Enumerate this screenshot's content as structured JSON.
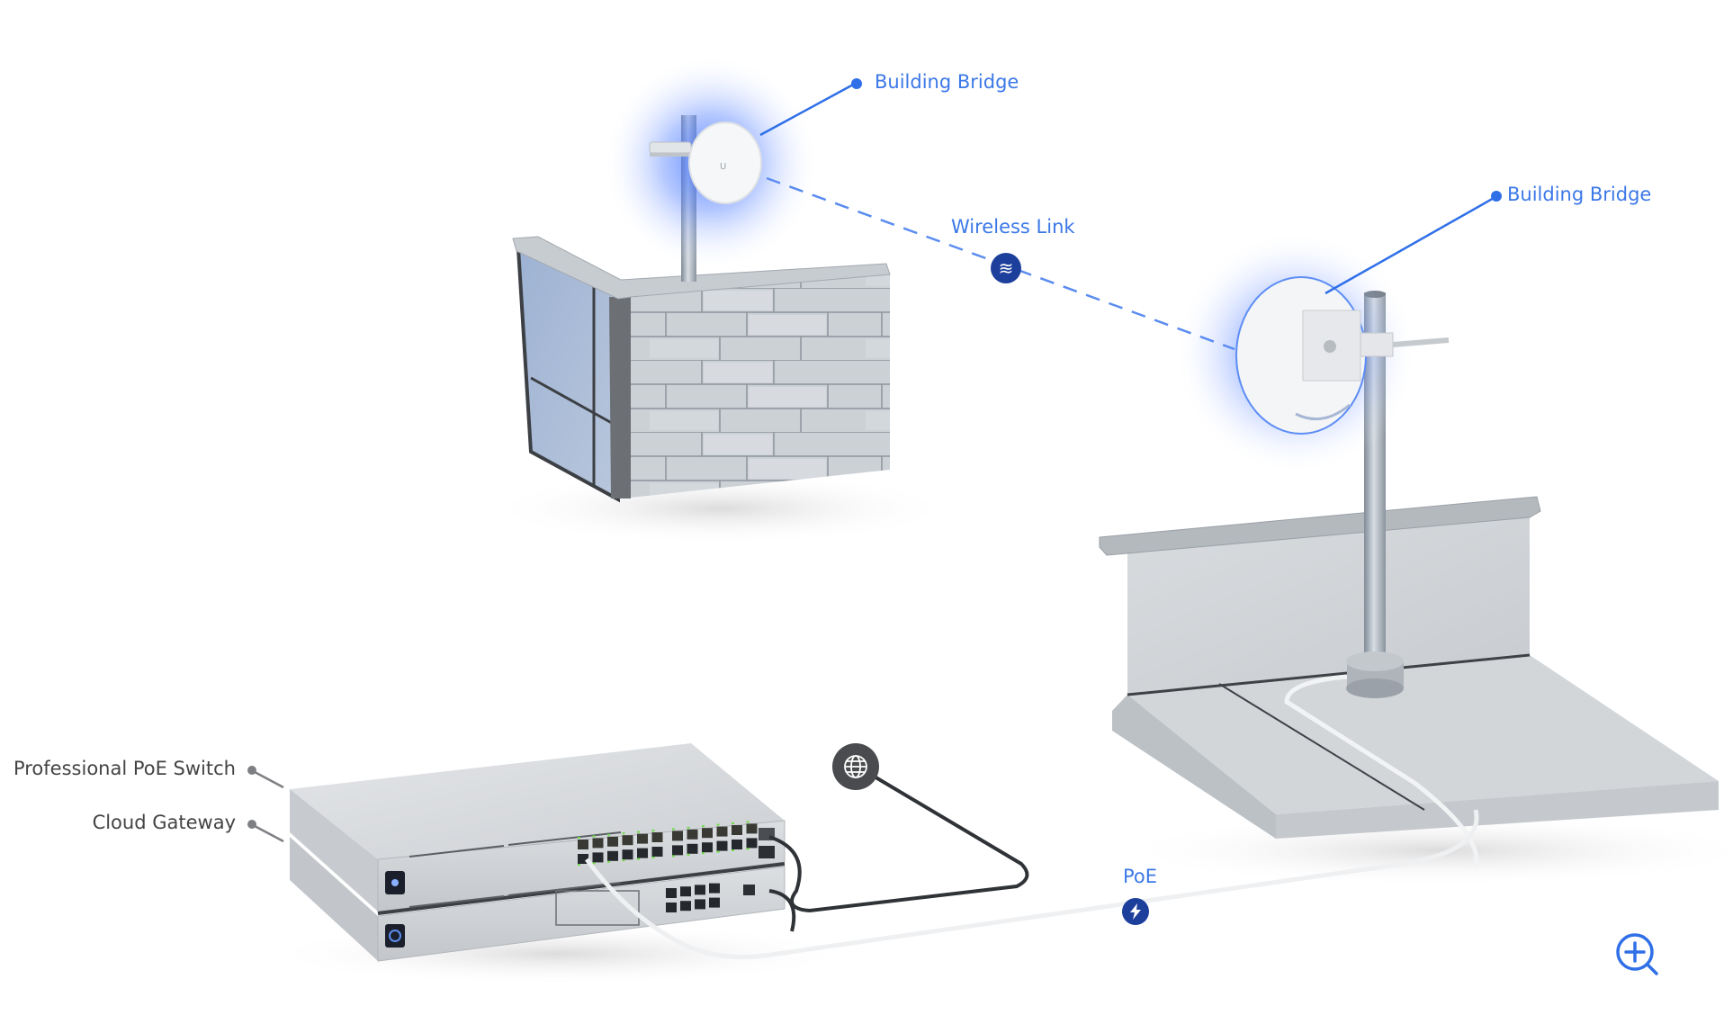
{
  "diagram": {
    "title": "Building-to-building wireless bridge topology",
    "labels": {
      "bridge_left": "Building Bridge",
      "bridge_right": "Building Bridge",
      "wireless_link": "Wireless Link",
      "poe": "PoE",
      "switch": "Professional PoE Switch",
      "gateway": "Cloud Gateway"
    },
    "icons": {
      "wireless_link": "wireless-waves-icon",
      "poe": "lightning-bolt-icon",
      "internet": "globe-icon",
      "zoom": "zoom-in-icon"
    },
    "glyphs": {
      "wireless": "≋"
    },
    "colors": {
      "accent": "#3b78e7",
      "badge_dark_blue": "#1d3f9c",
      "internet_badge": "#4a4b4e",
      "label_gray": "#444444",
      "glow": "#4a7cff"
    },
    "nodes": [
      {
        "id": "bridge-left",
        "label": "Building Bridge"
      },
      {
        "id": "bridge-right",
        "label": "Building Bridge"
      },
      {
        "id": "switch",
        "label": "Professional PoE Switch"
      },
      {
        "id": "gateway",
        "label": "Cloud Gateway"
      },
      {
        "id": "internet",
        "label": ""
      }
    ],
    "edges": [
      {
        "from": "bridge-left",
        "to": "bridge-right",
        "label": "Wireless Link",
        "style": "dashed"
      },
      {
        "from": "switch",
        "to": "bridge-right",
        "label": "PoE",
        "style": "cable"
      },
      {
        "from": "gateway",
        "to": "internet",
        "label": "",
        "style": "cable"
      },
      {
        "from": "switch",
        "to": "gateway",
        "label": "",
        "style": "cable"
      }
    ]
  }
}
